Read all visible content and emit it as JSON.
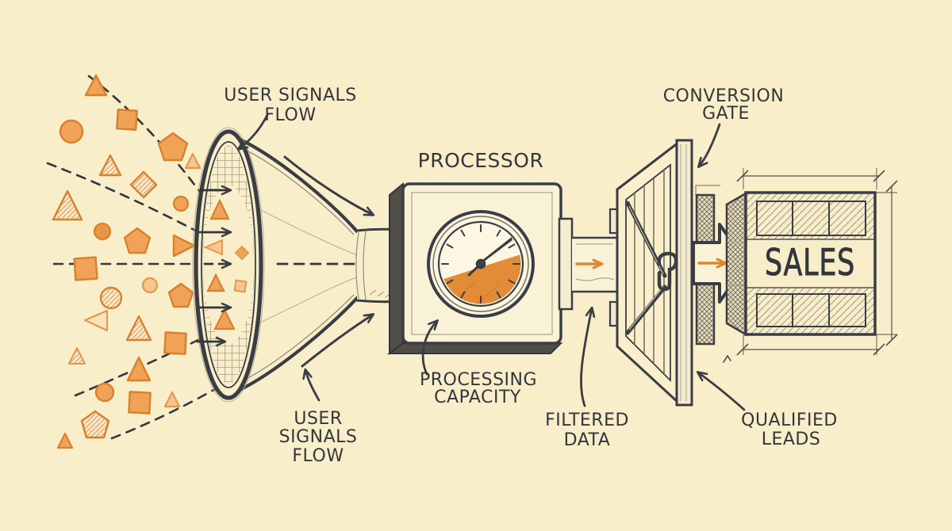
{
  "meta": {
    "description": "Hand-drawn sketch diagram of user signals flowing through a funnel into a processor, through a conversion gate, producing sales",
    "style": "pencil sketch on cream paper"
  },
  "palette": {
    "background": "#f8eeca",
    "ink": "#3a3e44",
    "text": "#33373c",
    "accent_orange": "#e0862e",
    "shape_fill": "#f0a356",
    "shape_stroke": "#d9802f",
    "shape_fill_light": "#f5c68e"
  },
  "labels": {
    "signals_top": {
      "line1": "USER SIGNALS",
      "line2": "FLOW"
    },
    "processor": "PROCESSOR",
    "processing_capacity": {
      "line1": "PROCESSING",
      "line2": "CAPACITY"
    },
    "signals_bottom": {
      "line1": "USER",
      "line2": "SIGNALS",
      "line3": "FLOW"
    },
    "filtered_data": {
      "line1": "FILTERED",
      "line2": "DATA"
    },
    "conversion_gate": {
      "line1": "CONVERSION",
      "line2": "GATE"
    },
    "qualified_leads": {
      "line1": "QUALIFIED",
      "line2": "LEADS"
    },
    "sales": "SALES"
  },
  "gauge": {
    "fill_percent": 55,
    "fill_color": "#e0862e",
    "needle_direction": "upper-right",
    "tick_count": 12
  },
  "particles": {
    "shapes": [
      "triangle",
      "square",
      "circle",
      "pentagon",
      "diamond"
    ],
    "count": 32,
    "styles": [
      "solid",
      "light",
      "hatched"
    ]
  },
  "flow_direction": "left-to-right"
}
